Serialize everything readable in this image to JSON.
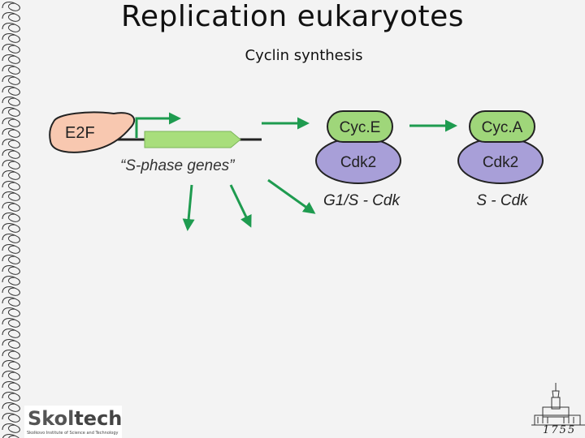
{
  "slide": {
    "title": "Replication eukaryotes",
    "subtitle": "Cyclin synthesis"
  },
  "diagram": {
    "e2f": "E2F",
    "genes_label": "“S-phase genes”",
    "complex_g1s": {
      "cyclin": "Cyc.E",
      "cdk": "Cdk2",
      "label": "G1/S - Cdk"
    },
    "complex_s": {
      "cyclin": "Cyc.A",
      "cdk": "Cdk2",
      "label": "S - Cdk"
    }
  },
  "logo": {
    "name_part1": "Skol",
    "name_part2": "tech",
    "subtext": "Skolkovo Institute of Science and Technology"
  },
  "emblem": {
    "year": "1755"
  },
  "colors": {
    "arrow": "#1e9b4f",
    "e2f_fill": "#f8c8b0",
    "cyclin_fill": "#9fd67a",
    "cdk_fill": "#a89fd8",
    "gene_fill": "#a8de7c"
  }
}
